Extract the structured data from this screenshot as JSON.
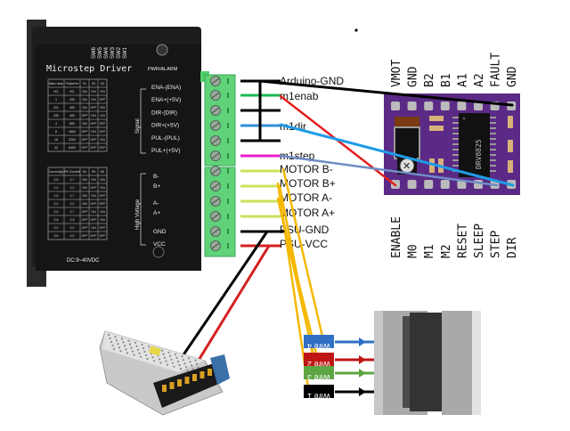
{
  "driver": {
    "title": "Microstep Driver",
    "switch_labels": [
      "SW6",
      "SW5",
      "SW4",
      "SW3",
      "SW2",
      "SW1"
    ],
    "pwr_alarm": "PWR/ALARM",
    "supply_rating": "DC:9~40VDC",
    "signal_group_label": "Signal",
    "high_voltage_group_label": "High Voltage",
    "signal_terminals": [
      "ENA-(ENA)",
      "ENA+(+5V)",
      "DIR-(DIR)",
      "DIR+(+5V)",
      "PUL-(PUL)",
      "PUL+(+5V)"
    ],
    "power_terminals": [
      "B-",
      "B+",
      "A-",
      "A+",
      "GND",
      "VCC"
    ],
    "microstep_table": {
      "headers": [
        "Micro step",
        "Pulse/rev",
        "S1",
        "S2",
        "S3"
      ],
      "rows": [
        [
          "NC",
          "NC",
          "ON",
          "ON",
          "ON"
        ],
        [
          "1",
          "200",
          "ON",
          "ON",
          "OFF"
        ],
        [
          "2/A",
          "400",
          "ON",
          "OFF",
          "ON"
        ],
        [
          "2/B",
          "400",
          "OFF",
          "ON",
          "ON"
        ],
        [
          "4",
          "800",
          "ON",
          "OFF",
          "OFF"
        ],
        [
          "8",
          "1600",
          "OFF",
          "ON",
          "OFF"
        ],
        [
          "16",
          "3200",
          "OFF",
          "OFF",
          "ON"
        ],
        [
          "32",
          "6400",
          "OFF",
          "OFF",
          "OFF"
        ]
      ]
    },
    "current_table": {
      "headers": [
        "Current(A)",
        "PK Current",
        "S4",
        "S5",
        "S6"
      ],
      "rows": [
        [
          "0.5",
          "0.7",
          "ON",
          "ON",
          "ON"
        ],
        [
          "1.0",
          "1.2",
          "ON",
          "OFF",
          "ON"
        ],
        [
          "1.5",
          "1.7",
          "ON",
          "ON",
          "OFF"
        ],
        [
          "2.0",
          "2.2",
          "ON",
          "OFF",
          "OFF"
        ],
        [
          "2.5",
          "2.7",
          "OFF",
          "ON",
          "ON"
        ],
        [
          "2.8",
          "2.9",
          "OFF",
          "OFF",
          "ON"
        ],
        [
          "3.0",
          "3.2",
          "OFF",
          "ON",
          "OFF"
        ],
        [
          "3.5",
          "4.0",
          "OFF",
          "OFF",
          "OFF"
        ]
      ]
    }
  },
  "connection_labels": [
    "Arduino-GND",
    "m1enab",
    "m1dir",
    "m1step",
    "MOTOR B-",
    "MOTOR B+",
    "MOTOR A-",
    "MOTOR A+",
    "PSU-GND",
    "PSU-VCC"
  ],
  "carrier_board": {
    "chip_label": "DRV8825",
    "top_pins": [
      "VMOT",
      "GND",
      "B2",
      "B1",
      "A1",
      "A2",
      "FAULT",
      "GND"
    ],
    "bottom_pins": [
      "ENABLE",
      "M0",
      "M1",
      "M2",
      "RESET",
      "SLEEP",
      "STEP",
      "DIR"
    ],
    "board_color": "#5b2a86"
  },
  "motor": {
    "wires": [
      {
        "label": "Wire 4",
        "color": "#2f6fc4"
      },
      {
        "label": "Wire 2",
        "color": "#c01515"
      },
      {
        "label": "Wire 3",
        "color": "#5da544"
      },
      {
        "label": "Wire 1",
        "color": "#000000"
      }
    ]
  },
  "wire_colors": {
    "gnd": "#000000",
    "enable": "#1db954",
    "dir": "#2f8fdc",
    "step": "#e81ccf",
    "motor_coil": "#cfe05a",
    "motor_jumper": "#f5b800",
    "vcc": "#d42020",
    "enable_jumper": "#e51e1e",
    "dir_jumper": "#1e9be6",
    "step_jumper": "#6e8cc8"
  }
}
